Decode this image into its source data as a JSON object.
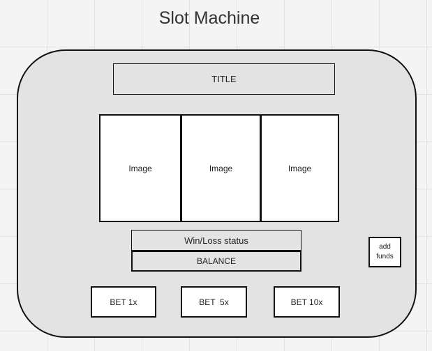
{
  "page_title": "Slot Machine",
  "machine": {
    "title": "TITLE",
    "reels": [
      "Image",
      "Image",
      "Image"
    ],
    "status": "Win/Loss status",
    "balance": "BALANCE",
    "add_funds": "add funds",
    "bets": [
      "BET 1x",
      "BET  5x",
      "BET 10x"
    ]
  }
}
